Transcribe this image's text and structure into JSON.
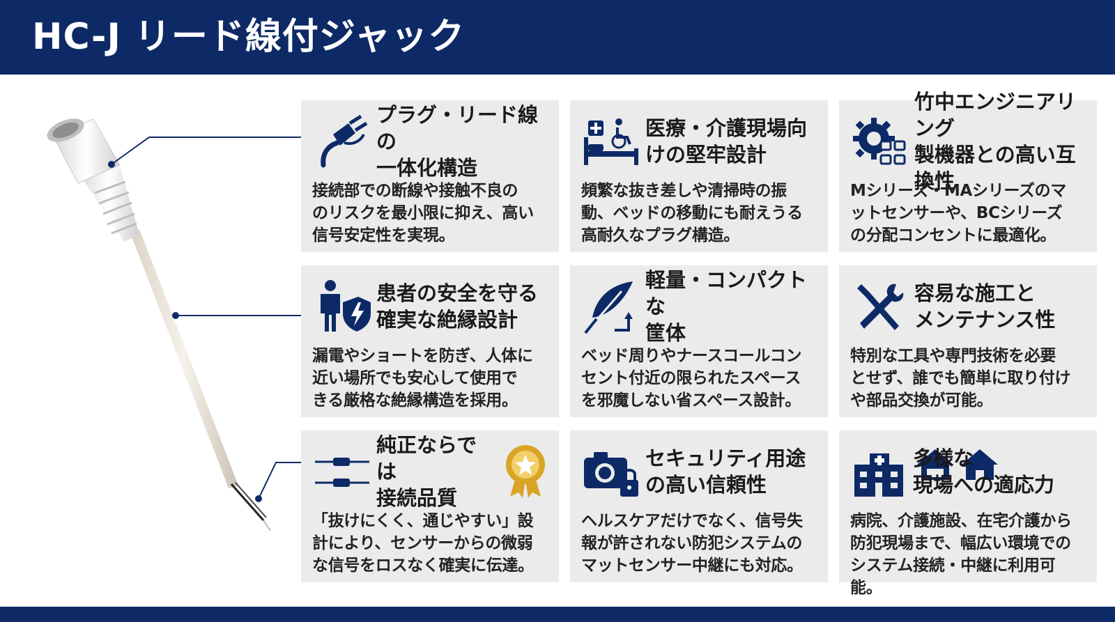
{
  "header": {
    "title": "HC-J リード線付ジャック"
  },
  "colors": {
    "navy": "#0d2a66",
    "card_bg": "#ebebec",
    "gold": "#d9a526"
  },
  "cards": [
    {
      "icon": "plug-cable-icon",
      "title": "プラグ・リード線の\n一体化構造",
      "desc": "接続部での断線や接触不良の\nのリスクを最小限に抑え、高い\n信号安定性を実現。"
    },
    {
      "icon": "hospital-bed-wheelchair-icon",
      "title": "医療・介護現場向\nけの堅牢設計",
      "desc": "頻繁な抜き差しや清掃時の振\n動、ベッドの移動にも耐えうる\n高耐久なプラグ構造。"
    },
    {
      "icon": "gear-network-icon",
      "title": "竹中エンジニアリング\n製機器との高い互換性",
      "desc": "Mシリーズ・MAシリーズのマ\nットセンサーや、BCシリーズ\nの分配コンセントに最適化。"
    },
    {
      "icon": "person-shield-icon",
      "title": "患者の安全を守る\n確実な絶縁設計",
      "desc": "漏電やショートを防ぎ、人体に\n近い場所でも安心して使用で\nきる厳格な絶縁構造を採用。"
    },
    {
      "icon": "feather-icon",
      "title": "軽量・コンパクトな\n筐体",
      "desc": "ベッド周りやナースコールコン\nセント付近の限られたスペース\nを邪魔しない省スペース設計。"
    },
    {
      "icon": "tools-icon",
      "title": "容易な施工と\nメンテナンス性",
      "desc": "特別な工具や専門技術を必要\nとせず、誰でも簡単に取り付け\nや部品交換が可能。"
    },
    {
      "icon": "connector-badge-icon",
      "title": "純正ならでは\n接続品質",
      "desc": "「抜けにくく、通じやすい」設\n計により、センサーからの微弱\nな信号をロスなく確実に伝達。"
    },
    {
      "icon": "camera-lock-icon",
      "title": "セキュリティ用途\nの高い信頼性",
      "desc": "ヘルスケアだけでなく、信号失\n報が許されない防犯システムの\nマットセンサー中継にも対応。"
    },
    {
      "icon": "hospital-houses-icon",
      "title": "多様な\n現場への適応力",
      "desc": "病院、介護施設、在宅介護から\n防犯現場まで、幅広い環境での\nシステム接続・中継に利用可能。"
    }
  ]
}
